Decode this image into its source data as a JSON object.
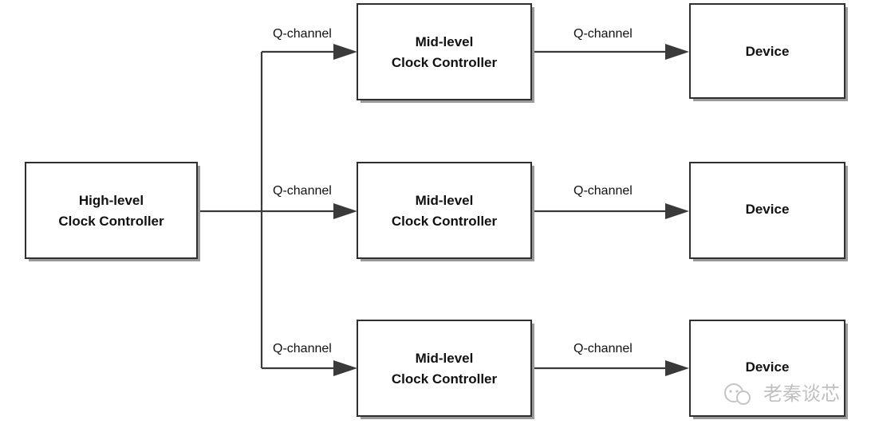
{
  "nodes": {
    "high": {
      "line1": "High-level",
      "line2": "Clock Controller"
    },
    "mid": [
      {
        "line1": "Mid-level",
        "line2": "Clock Controller"
      },
      {
        "line1": "Mid-level",
        "line2": "Clock Controller"
      },
      {
        "line1": "Mid-level",
        "line2": "Clock Controller"
      }
    ],
    "device": [
      {
        "label": "Device"
      },
      {
        "label": "Device"
      },
      {
        "label": "Device"
      }
    ]
  },
  "edges": {
    "high_to_mid": [
      "Q-channel",
      "Q-channel",
      "Q-channel"
    ],
    "mid_to_device": [
      "Q-channel",
      "Q-channel",
      "Q-channel"
    ]
  },
  "watermark": {
    "text": "老秦谈芯",
    "icon": "wechat-icon"
  },
  "colors": {
    "line": "#3a3a3a",
    "border": "#2f2f2f",
    "shadow": "#9a9a9a",
    "watermark": "#c0c0c0"
  }
}
